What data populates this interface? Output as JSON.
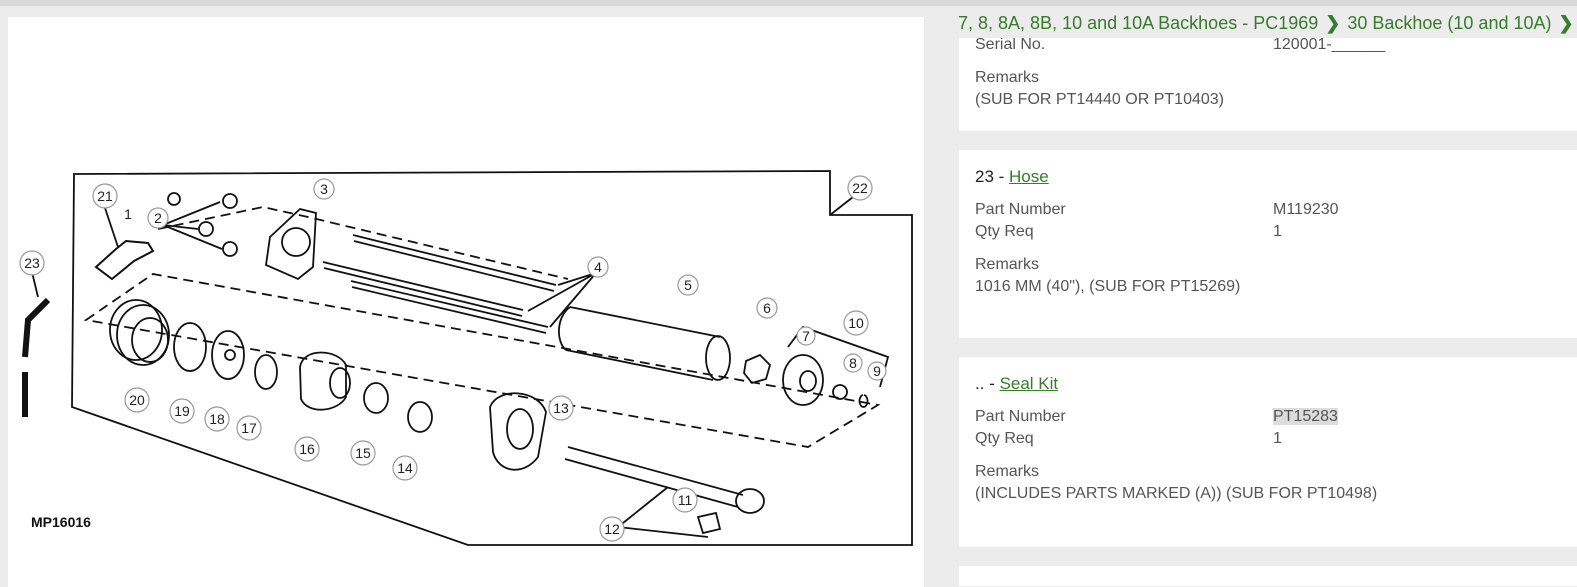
{
  "breadcrumb": {
    "item1": "7, 8, 8A, 8B, 10 and 10A Backhoes - PC1969",
    "item2": "30 Backhoe (10 and 10A)"
  },
  "diagram": {
    "figure_id": "MP16016",
    "callouts": [
      "1",
      "2",
      "3",
      "4",
      "5",
      "6",
      "7",
      "8",
      "9",
      "10",
      "11",
      "12",
      "13",
      "14",
      "15",
      "16",
      "17",
      "18",
      "19",
      "20",
      "21",
      "22",
      "23"
    ]
  },
  "card_top": {
    "serial_label": "Serial No.",
    "serial_value": "120001-______",
    "remarks_label": "Remarks",
    "remarks_value": "(SUB FOR PT14440 OR PT10403)"
  },
  "part_hose": {
    "index": "23 - ",
    "name": "Hose",
    "part_number_label": "Part Number",
    "part_number": "M119230",
    "qty_label": "Qty Req",
    "qty": "1",
    "remarks_label": "Remarks",
    "remarks": "1016 MM (40\"), (SUB FOR PT15269)"
  },
  "part_sealkit": {
    "index": ".. - ",
    "name": "Seal Kit",
    "part_number_label": "Part Number",
    "part_number": "PT15283",
    "qty_label": "Qty Req",
    "qty": "1",
    "remarks_label": "Remarks",
    "remarks": "(INCLUDES PARTS MARKED (A)) (SUB FOR PT10498)"
  },
  "colors": {
    "link_green": "#367c2b",
    "page_bg": "#ececec",
    "card_bg": "#ffffff"
  }
}
